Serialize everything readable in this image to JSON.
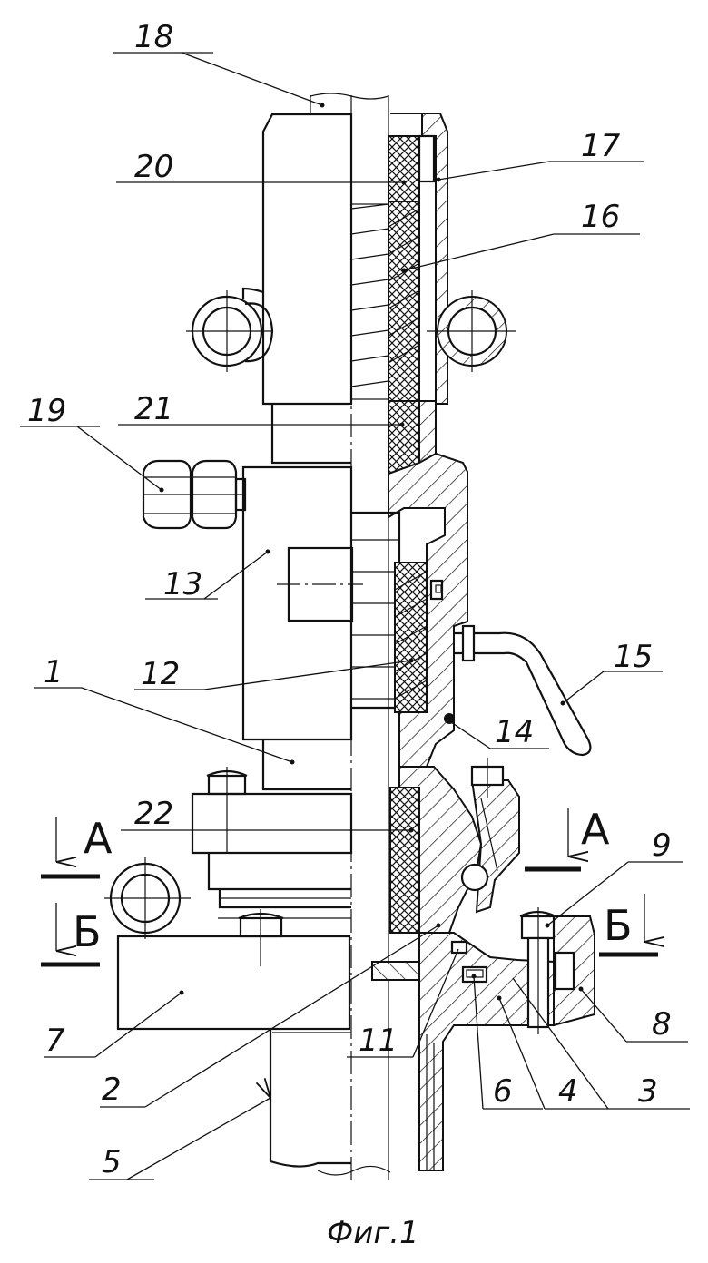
{
  "figure": {
    "caption": "Фиг.1"
  },
  "labels": {
    "l1": "1",
    "l2": "2",
    "l3": "3",
    "l4": "4",
    "l5": "5",
    "l6": "6",
    "l7": "7",
    "l8": "8",
    "l9": "9",
    "l11": "11",
    "l12": "12",
    "l13": "13",
    "l14": "14",
    "l15": "15",
    "l16": "16",
    "l17": "17",
    "l18": "18",
    "l19": "19",
    "l20": "20",
    "l21": "21",
    "l22": "22"
  },
  "sections": {
    "a_left": "А",
    "a_right": "А",
    "b_left": "Б",
    "b_right": "Б"
  }
}
